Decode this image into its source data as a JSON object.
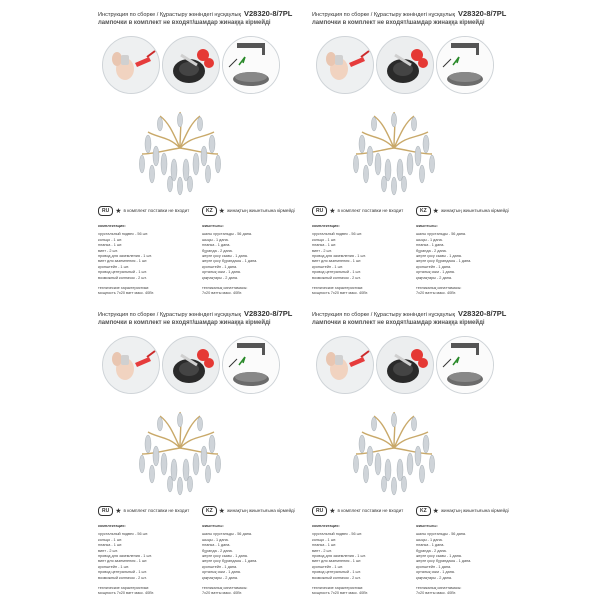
{
  "header": {
    "line1": "Инструкция по сборке / Құрастыру жөніндегі нұсқаулық",
    "model": "V28320-8/7PL",
    "line2": "лампочки в комплект не входят/шамдар жинаққа кірмейді"
  },
  "icons": {
    "hands": "hands-remove-film-icon",
    "scissors": "red-scissors-icon",
    "mount": "ceiling-mount-bracket-icon",
    "chandelier": "chandelier-icon"
  },
  "legend": {
    "ru_badge": "RU",
    "ru_text": "в комплект поставки не входит",
    "kz_badge": "KZ",
    "kz_text": "жинақтың жиынтығына кірмейді"
  },
  "ru": {
    "heading": "комплектация:",
    "items": [
      "хрустальный подвес - 56 шт.",
      "кольцо - 1 шт.",
      "планка - 1 шт.",
      "винт - 2 шт.",
      "провод для заземления - 1 шт.",
      "винт для заземления - 1 шт.",
      "кронштейн - 1 шт.",
      "провод центральный - 1 шт.",
      "возможный колпачок - 2 шт."
    ],
    "tech_heading": "технические характеристики:",
    "tech_value": "мощность 7х20 ватт макс. 40Вт."
  },
  "kz": {
    "heading": "жиынтығы:",
    "items": [
      "шалы хрустальды - 56 дана.",
      "шыңы - 1 дана.",
      "планка - 1 дана.",
      "бұранда - 2 дана.",
      "жерге қосу сымы - 1 дана.",
      "жерге қосу бұрандасы - 1 дана.",
      "кронштейн - 1 дана.",
      "орталық сым - 1 дана.",
      "қақпақтары - 2 дана."
    ],
    "tech_heading": "техникалық сипаттамасы:",
    "tech_value": "7х20 ватты макс. 40Вт."
  }
}
